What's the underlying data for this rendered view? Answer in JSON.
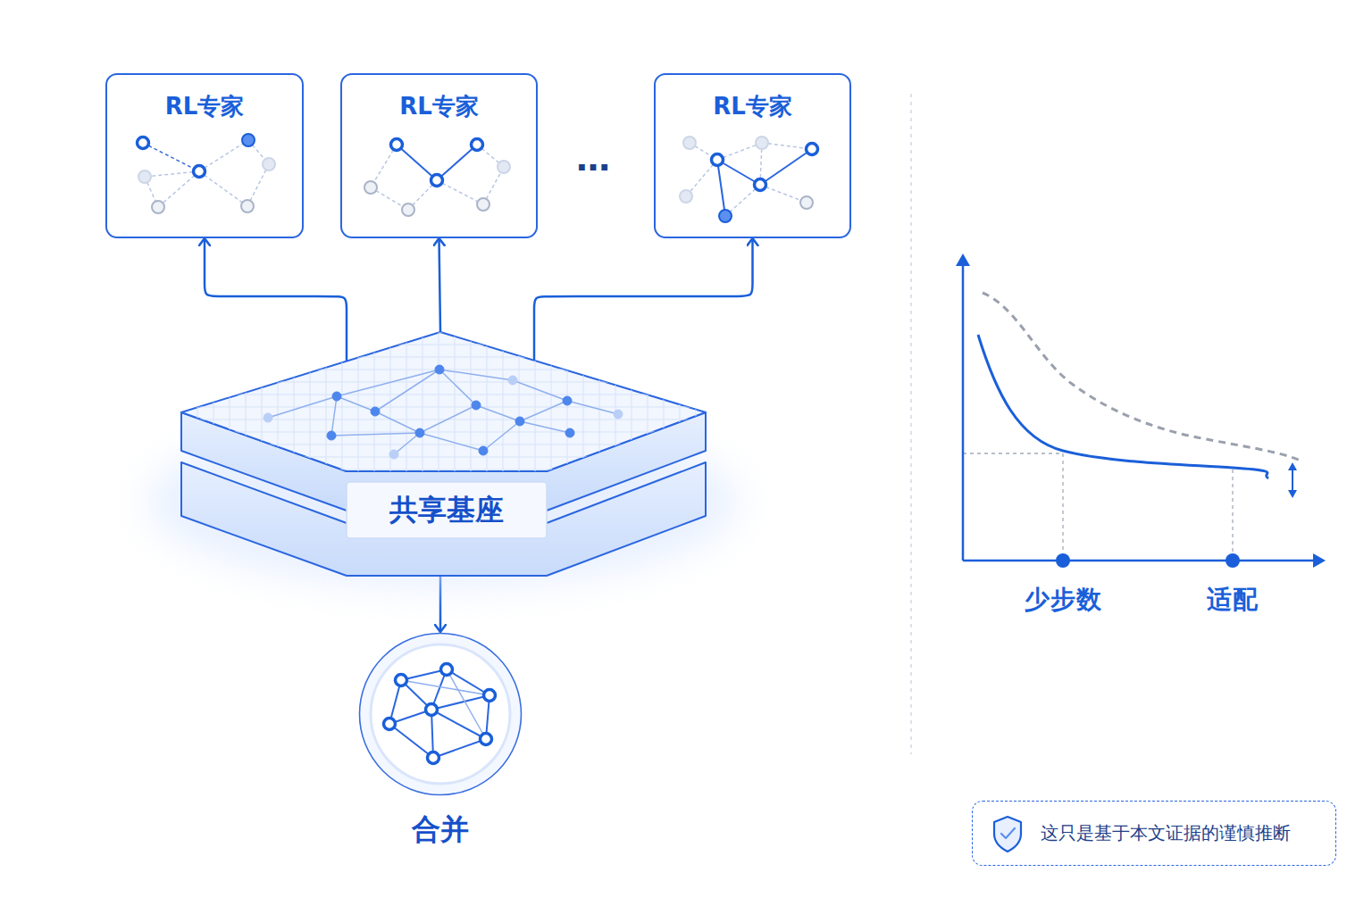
{
  "diagram": {
    "nodes": [
      {
        "text": [
          "RL专家"
        ]
      },
      {
        "text": [
          "RL专家"
        ]
      },
      {
        "text": [
          "RL专家"
        ]
      },
      {
        "text": [
          "共享基座"
        ]
      },
      {
        "text": [
          "合并"
        ]
      },
      {
        "text": [
          "这只是基于本文证据的谨慎推断"
        ]
      }
    ],
    "edges": [
      {
        "from": 3,
        "to": 0,
        "arrow": "to"
      },
      {
        "from": 3,
        "to": 1,
        "arrow": "to"
      },
      {
        "from": 3,
        "to": 2,
        "arrow": "to"
      },
      {
        "from": 3,
        "to": 4,
        "arrow": "to"
      }
    ],
    "labels": [
      "…",
      "少步数",
      "适配"
    ]
  }
}
